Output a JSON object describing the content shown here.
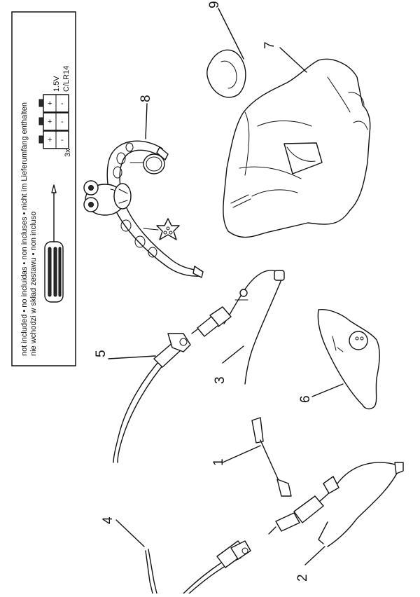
{
  "notice": {
    "line1": "not included • no incluidas • non incluses • nicht im Lieferumfang enthalten",
    "line2": "nie wchodzi w skład zestawu • non incluso",
    "battery_count": "3x",
    "voltage": "1.5V",
    "battery_type": "C/LR14",
    "plus": "+",
    "minus": "-"
  },
  "parts": [
    {
      "id": "1",
      "label": "1"
    },
    {
      "id": "2",
      "label": "2"
    },
    {
      "id": "3",
      "label": "3"
    },
    {
      "id": "4",
      "label": "4"
    },
    {
      "id": "5",
      "label": "5"
    },
    {
      "id": "6",
      "label": "6"
    },
    {
      "id": "7",
      "label": "7"
    },
    {
      "id": "8",
      "label": "8"
    },
    {
      "id": "9",
      "label": "9"
    }
  ]
}
